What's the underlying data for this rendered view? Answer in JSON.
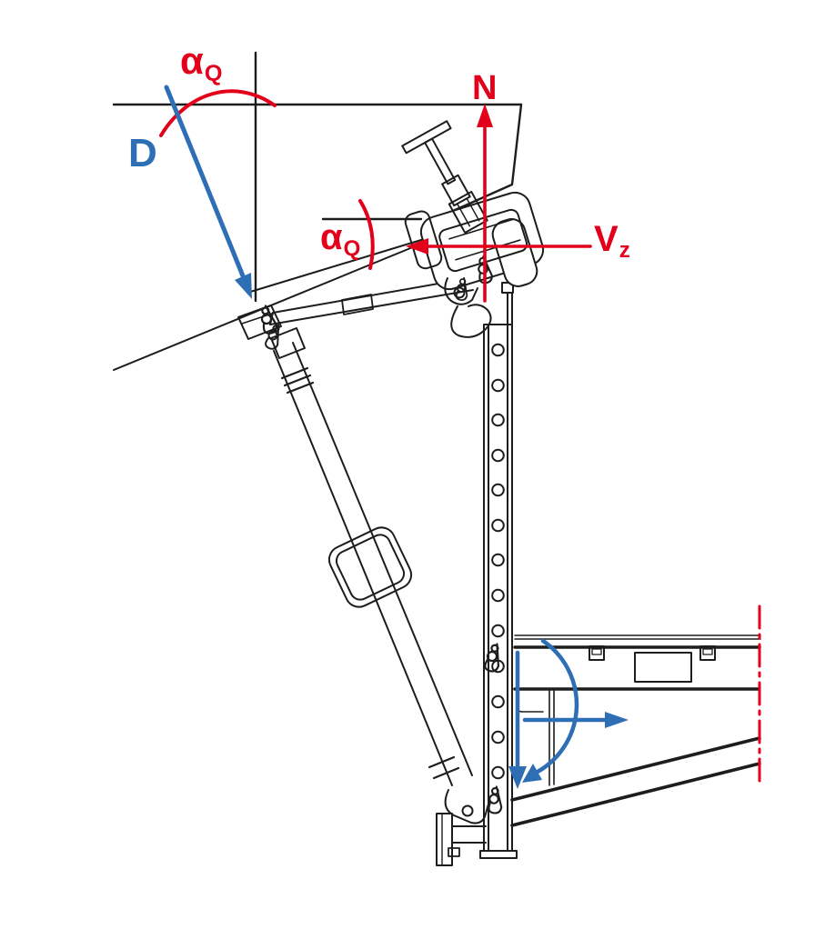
{
  "colors": {
    "annotation_red": "#e2001a",
    "annotation_blue": "#2e6eb5",
    "line_black": "#1d1d1b",
    "background": "#ffffff"
  },
  "labels": {
    "angle_top": {
      "base": "α",
      "sub": "Q"
    },
    "angle_mid": {
      "base": "α",
      "sub": "Q"
    },
    "force_strut": "D",
    "force_normal": "N",
    "force_shear": {
      "base": "V",
      "sub": "z"
    }
  }
}
